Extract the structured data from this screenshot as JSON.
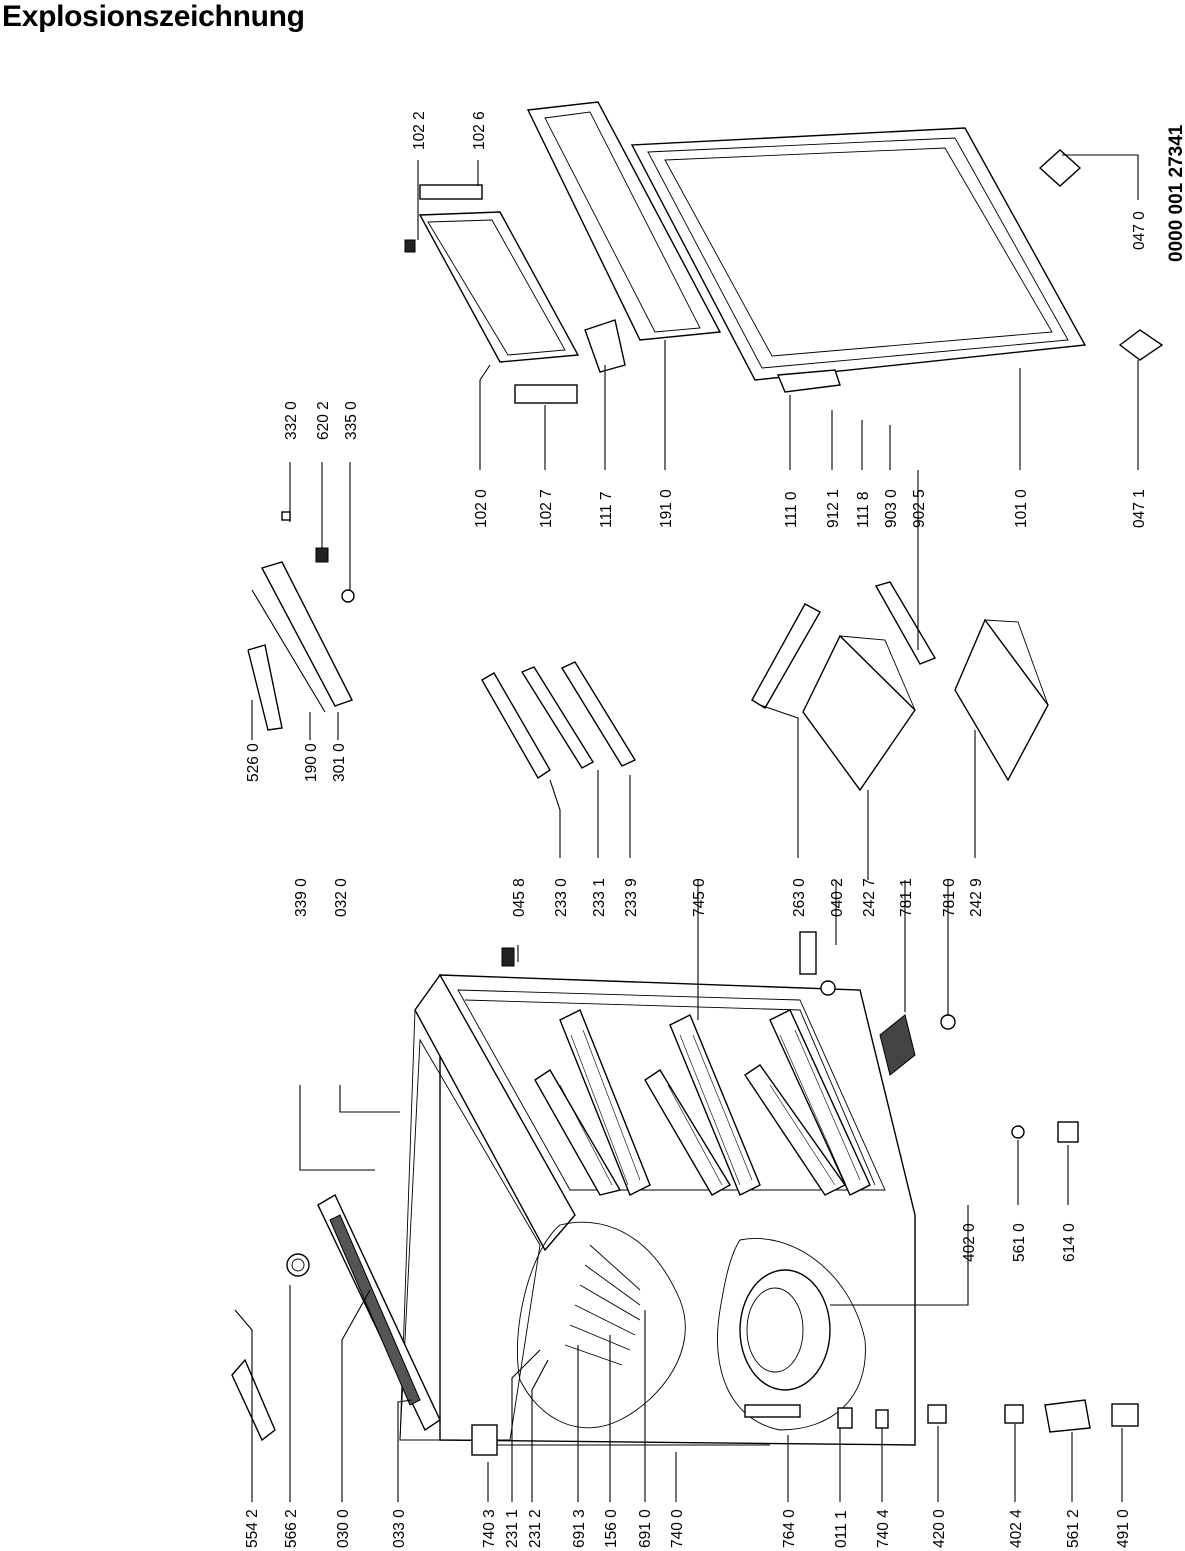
{
  "title": "Explosionszeichnung",
  "document_number": "0000 001 27341",
  "labels": [
    "554 2",
    "566 2",
    "030 0",
    "033 0",
    "740 3",
    "231 1",
    "231 2",
    "691 3",
    "156 0",
    "691 0",
    "740 0",
    "764 0",
    "011 1",
    "740 4",
    "420 0",
    "402 4",
    "561 2",
    "491 0",
    "402 0",
    "561 0",
    "614 0",
    "339 0",
    "032 0",
    "045 8",
    "233 0",
    "233 1",
    "233 9",
    "745 0",
    "263 0",
    "040 2",
    "242 7",
    "781 1",
    "781 0",
    "242 9",
    "526 0",
    "190 0",
    "301 0",
    "332 0",
    "620 2",
    "335 0",
    "102 2",
    "102 6",
    "102 0",
    "102 7",
    "111 7",
    "191 0",
    "111 0",
    "912 1",
    "111 8",
    "903 0",
    "902 5",
    "101 0",
    "047 0",
    "047 1"
  ]
}
